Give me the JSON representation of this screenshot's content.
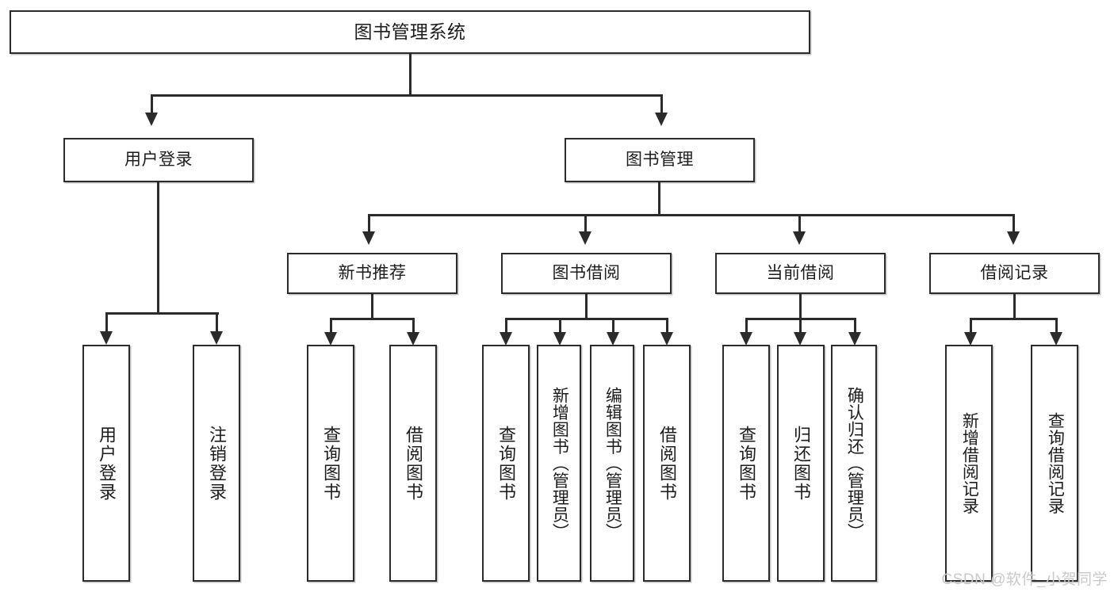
{
  "diagram": {
    "title": "图书管理系统",
    "type": "tree",
    "root": {
      "label": "图书管理系统"
    },
    "level2": [
      {
        "id": "user-login",
        "label": "用户登录"
      },
      {
        "id": "book-manage",
        "label": "图书管理"
      }
    ],
    "level3": [
      {
        "id": "new-book-recommend",
        "label": "新书推荐",
        "parent": "book-manage"
      },
      {
        "id": "book-borrow",
        "label": "图书借阅",
        "parent": "book-manage"
      },
      {
        "id": "current-borrow",
        "label": "当前借阅",
        "parent": "book-manage"
      },
      {
        "id": "borrow-record",
        "label": "借阅记录",
        "parent": "book-manage"
      }
    ],
    "leaves": [
      {
        "id": "leaf-user-login",
        "label": "用户登录",
        "parent": "user-login"
      },
      {
        "id": "leaf-user-logout",
        "label": "注销登录",
        "parent": "user-login"
      },
      {
        "id": "leaf-query-book-1",
        "label": "查询图书",
        "parent": "new-book-recommend"
      },
      {
        "id": "leaf-borrow-book-1",
        "label": "借阅图书",
        "parent": "new-book-recommend"
      },
      {
        "id": "leaf-query-book-2",
        "label": "查询图书",
        "parent": "book-borrow"
      },
      {
        "id": "leaf-add-book",
        "label": "新增图书（管理员）",
        "parent": "book-borrow"
      },
      {
        "id": "leaf-edit-book",
        "label": "编辑图书（管理员）",
        "parent": "book-borrow"
      },
      {
        "id": "leaf-borrow-book-2",
        "label": "借阅图书",
        "parent": "book-borrow"
      },
      {
        "id": "leaf-query-book-3",
        "label": "查询图书",
        "parent": "current-borrow"
      },
      {
        "id": "leaf-return-book",
        "label": "归还图书",
        "parent": "current-borrow"
      },
      {
        "id": "leaf-confirm-return",
        "label": "确认归还（管理员）",
        "parent": "current-borrow"
      },
      {
        "id": "leaf-add-record",
        "label": "新增借阅记录",
        "parent": "borrow-record"
      },
      {
        "id": "leaf-query-record",
        "label": "查询借阅记录",
        "parent": "borrow-record"
      }
    ]
  },
  "watermark": {
    "text": "CSDN @软件_小贺同学"
  },
  "colors": {
    "stroke": "#2b2b2b",
    "fill": "#ffffff",
    "text": "#1c1c1c",
    "watermark": "#c9c9c9"
  }
}
